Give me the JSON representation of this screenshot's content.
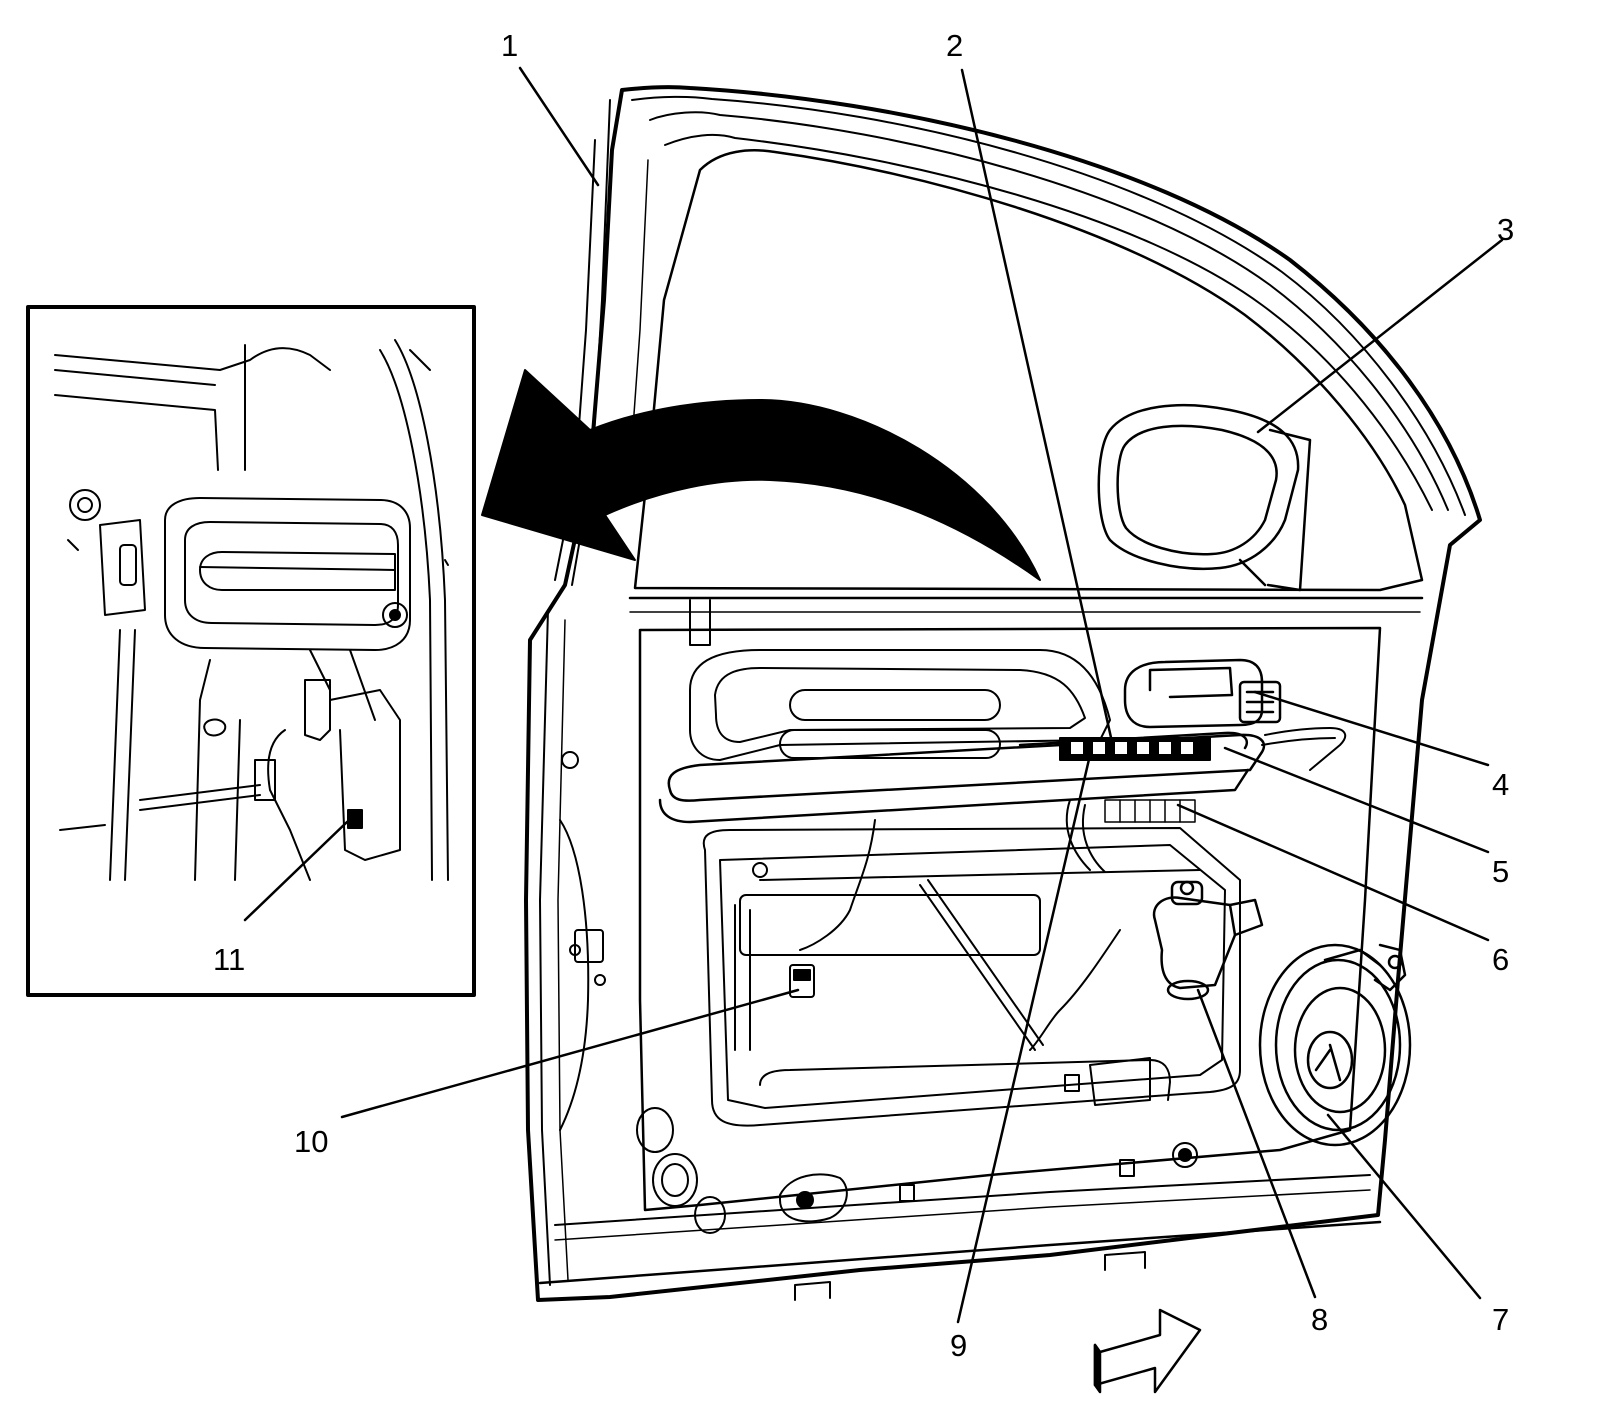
{
  "diagram": {
    "callouts": [
      {
        "id": 1,
        "label": "1"
      },
      {
        "id": 2,
        "label": "2"
      },
      {
        "id": 3,
        "label": "3"
      },
      {
        "id": 4,
        "label": "4"
      },
      {
        "id": 5,
        "label": "5"
      },
      {
        "id": 6,
        "label": "6"
      },
      {
        "id": 7,
        "label": "7"
      },
      {
        "id": 8,
        "label": "8"
      },
      {
        "id": 9,
        "label": "9"
      },
      {
        "id": 10,
        "label": "10"
      },
      {
        "id": 11,
        "label": "11"
      }
    ]
  },
  "colors": {
    "ink": "#000000",
    "paper": "#ffffff"
  }
}
